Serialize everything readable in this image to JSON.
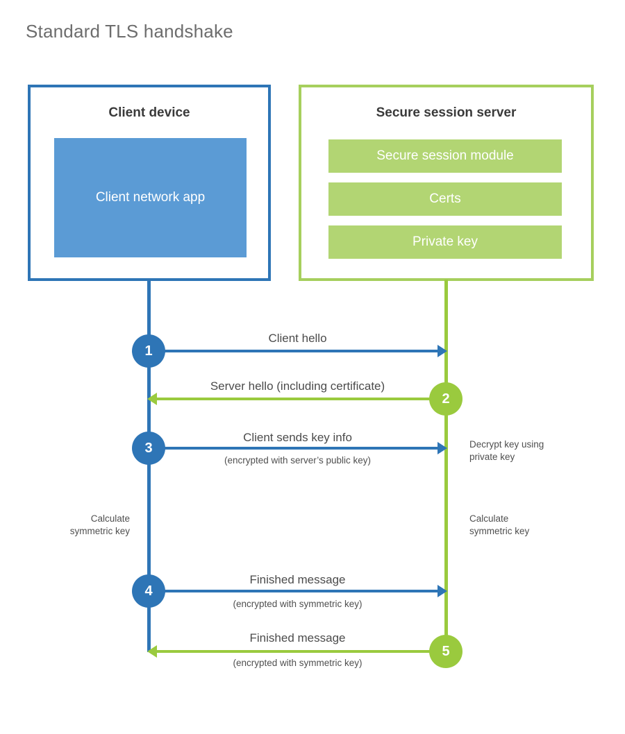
{
  "title": "Standard TLS handshake",
  "colors": {
    "blue": "#2e75b6",
    "blue_fill": "#5b9bd5",
    "green": "#9aca3e",
    "green_fill": "#b2d573",
    "green_border": "#a6cf5d",
    "heading": "#3a3a3a",
    "label": "#4b4b4b",
    "sub": "#4f4f4f",
    "title": "#6d6d6d"
  },
  "client": {
    "title": "Client device",
    "module": "Client network app"
  },
  "server": {
    "title": "Secure session server",
    "modules": [
      "Secure session module",
      "Certs",
      "Private key"
    ]
  },
  "messages": [
    {
      "num": "1",
      "label": "Client hello",
      "sub": "",
      "direction": "right",
      "color": "blue"
    },
    {
      "num": "2",
      "label": "Server hello (including certificate)",
      "sub": "",
      "direction": "left",
      "color": "green"
    },
    {
      "num": "3",
      "label": "Client sends key info",
      "sub": "(encrypted with server’s public key)",
      "direction": "right",
      "color": "blue"
    },
    {
      "num": "4",
      "label": "Finished message",
      "sub": "(encrypted with symmetric key)",
      "direction": "right",
      "color": "blue"
    },
    {
      "num": "5",
      "label": "Finished message",
      "sub": "(encrypted with symmetric key)",
      "direction": "left",
      "color": "green"
    }
  ],
  "annotations": {
    "decrypt": "Decrypt key using private key",
    "calc_left": "Calculate symmetric key",
    "calc_right": "Calculate symmetric key"
  }
}
